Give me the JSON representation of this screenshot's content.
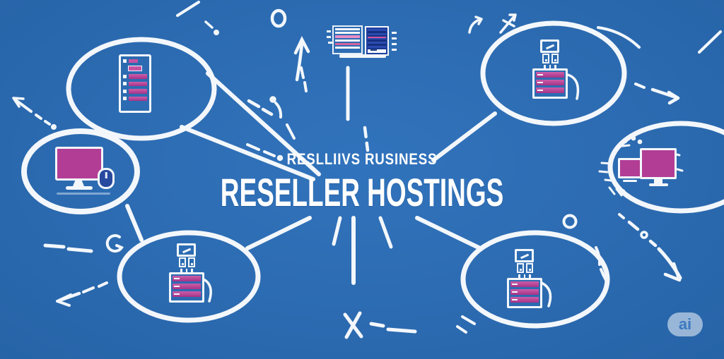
{
  "title": {
    "main": "RESELLER HOSTINGS",
    "subtitle": "RESLLIIVS RUSINESS"
  },
  "badge": {
    "label": "ai"
  },
  "colors": {
    "background": "#2c6bb1",
    "stroke_white": "#f3f7fb",
    "magenta": "#b23d94",
    "magenta_light": "#cb5fa9",
    "magenta_dark": "#a63288",
    "screen_blue": "#20409f",
    "badge_bg": "rgba(244,248,252,0.55)",
    "badge_text": "#3b79c0"
  },
  "diagram": {
    "hub": {
      "icon": "server-cluster-icon",
      "label": "RESELLER HOSTINGS"
    },
    "nodes": [
      {
        "id": "top-left",
        "shape": "ellipse",
        "icon": "rack-server-icon"
      },
      {
        "id": "left",
        "shape": "ellipse",
        "icon": "desktop-computer-icon"
      },
      {
        "id": "top-right",
        "shape": "ellipse",
        "icon": "server-tower-icon"
      },
      {
        "id": "right",
        "shape": "ellipse",
        "icon": "dual-monitors-icon"
      },
      {
        "id": "bottom-left",
        "shape": "ellipse",
        "icon": "server-tower-icon"
      },
      {
        "id": "bottom-right",
        "shape": "ellipse",
        "icon": "server-tower-icon"
      }
    ],
    "decorations": [
      "radiating-lines",
      "dashed-arrows",
      "sketch-arrows",
      "circle-doodles",
      "x-mark",
      "dash-marks"
    ]
  }
}
